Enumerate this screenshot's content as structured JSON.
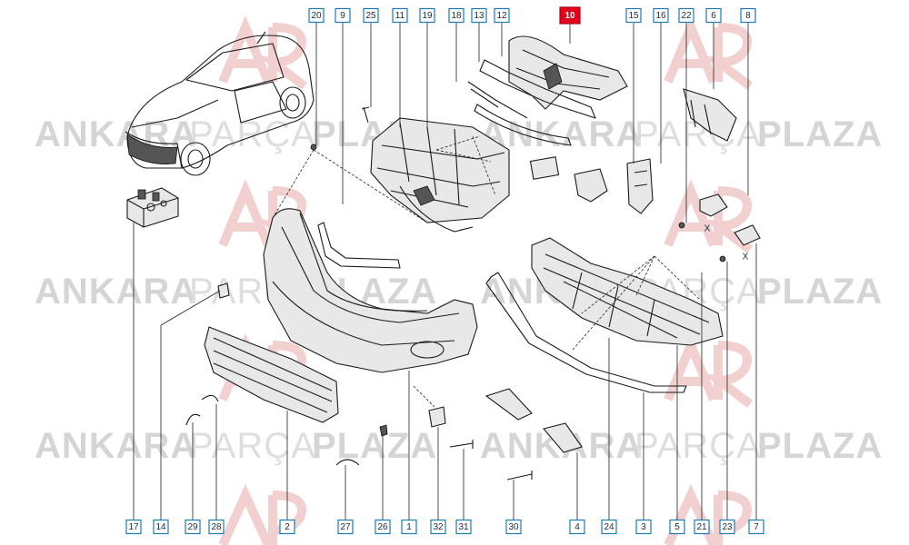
{
  "watermark": {
    "brand_a": "ANKARA",
    "brand_b": "PARÇA",
    "brand_c": "PLAZA"
  },
  "callouts": {
    "top": [
      "20",
      "9",
      "25",
      "11",
      "19",
      "18",
      "13",
      "12",
      "10",
      "15",
      "16",
      "22",
      "6",
      "8"
    ],
    "bottom": [
      "17",
      "14",
      "29",
      "28",
      "2",
      "27",
      "26",
      "1",
      "32",
      "31",
      "30",
      "4",
      "24",
      "3",
      "5",
      "21",
      "23",
      "7"
    ],
    "highlighted": "10"
  },
  "markers": {
    "x_mark": "X"
  },
  "colors": {
    "callout_border": "#1b7bb3",
    "highlight": "#e3001b"
  }
}
